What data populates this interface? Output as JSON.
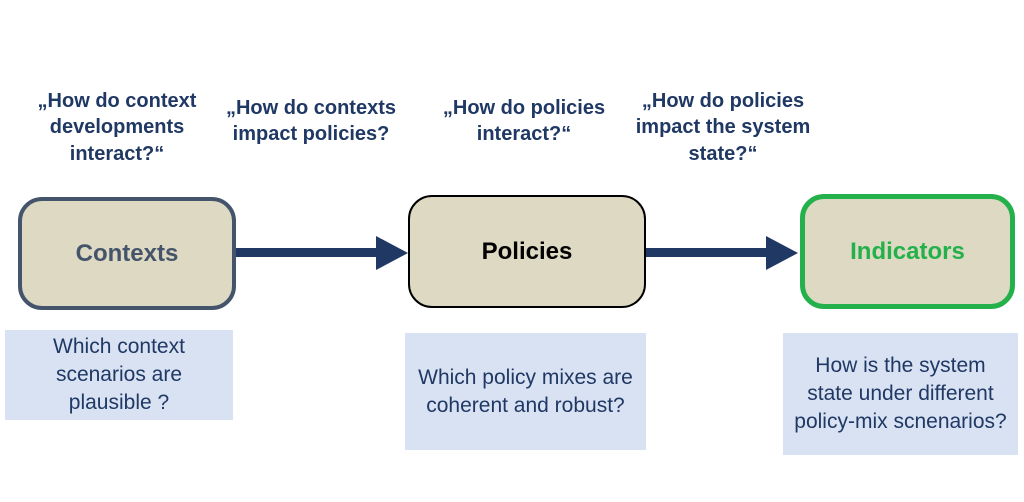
{
  "colors": {
    "navy": "#1F3864",
    "slate": "#44546A",
    "tan": "#DDD9C3",
    "green": "#24B14C",
    "ink": "#000000",
    "lightblue": "#D9E2F3"
  },
  "questions": [
    {
      "text": "„How do context\ndevelopments\ninteract?“"
    },
    {
      "text": "„How do contexts\nimpact policies?"
    },
    {
      "text": "„How do policies\ninteract?“"
    },
    {
      "text": "„How do policies\nimpact the system\nstate?“"
    }
  ],
  "nodes": [
    {
      "label": "Contexts"
    },
    {
      "label": "Policies"
    },
    {
      "label": "Indicators"
    }
  ],
  "notes": [
    {
      "text": "Which context\nscenarios are\nplausible ?"
    },
    {
      "text": "Which policy mixes are\ncoherent and robust?"
    },
    {
      "text": "How is the system\nstate under different\npolicy-mix scnenarios?"
    }
  ]
}
